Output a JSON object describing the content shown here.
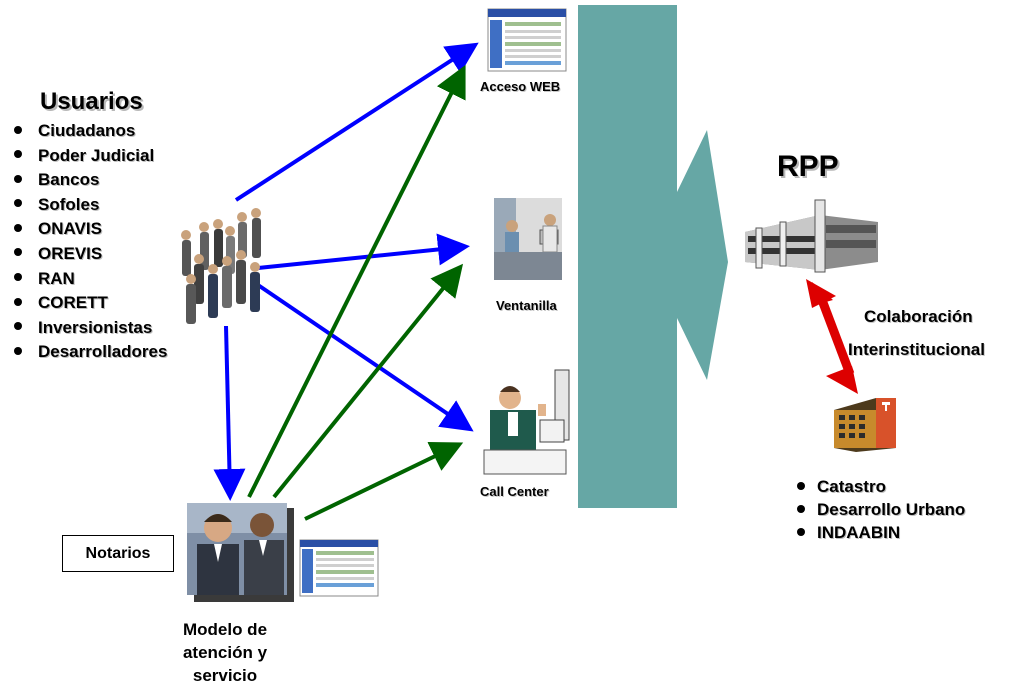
{
  "usuarios": {
    "title": "Usuarios",
    "items": [
      "Ciudadanos",
      "Poder Judicial",
      "Bancos",
      "Sofoles",
      "ONAVIS",
      "OREVIS",
      "RAN",
      "CORETT",
      "Inversionistas",
      "Desarrolladores"
    ]
  },
  "channels": {
    "web": "Acceso WEB",
    "ventanilla": "Ventanilla",
    "callcenter": "Call Center"
  },
  "notarios": "Notarios",
  "modelo": [
    "Modelo de",
    "atención y servicio"
  ],
  "rpp": "RPP",
  "colaboracion": [
    "Colaboración",
    "Interinstitucional"
  ],
  "instituciones": [
    "Catastro",
    "Desarrollo Urbano",
    "INDAABIN"
  ],
  "colors": {
    "blue_arrow": "#0000ff",
    "green_arrow": "#006400",
    "teal_arrow": "#66a7a5",
    "red_arrow": "#dd0000"
  }
}
